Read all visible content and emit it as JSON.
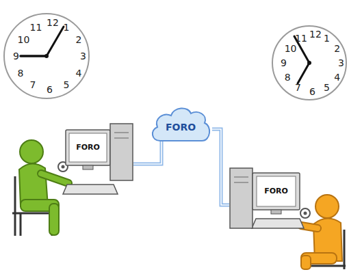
{
  "diagram": {
    "nodes": [
      {
        "text": [
          "FORO"
        ]
      },
      {
        "text": [
          "FORO"
        ]
      },
      {
        "text": [
          "FORO"
        ]
      }
    ],
    "edges": [
      {
        "from": 0,
        "to": 1,
        "arrow": "none"
      },
      {
        "from": 1,
        "to": 2,
        "arrow": "none"
      }
    ],
    "labels": [
      "12",
      "1",
      "2",
      "3",
      "4",
      "5",
      "6",
      "7",
      "8",
      "9",
      "10",
      "11",
      "12",
      "1",
      "2",
      "3",
      "4",
      "5",
      "6",
      "7",
      "8",
      "9",
      "10",
      "11"
    ]
  }
}
